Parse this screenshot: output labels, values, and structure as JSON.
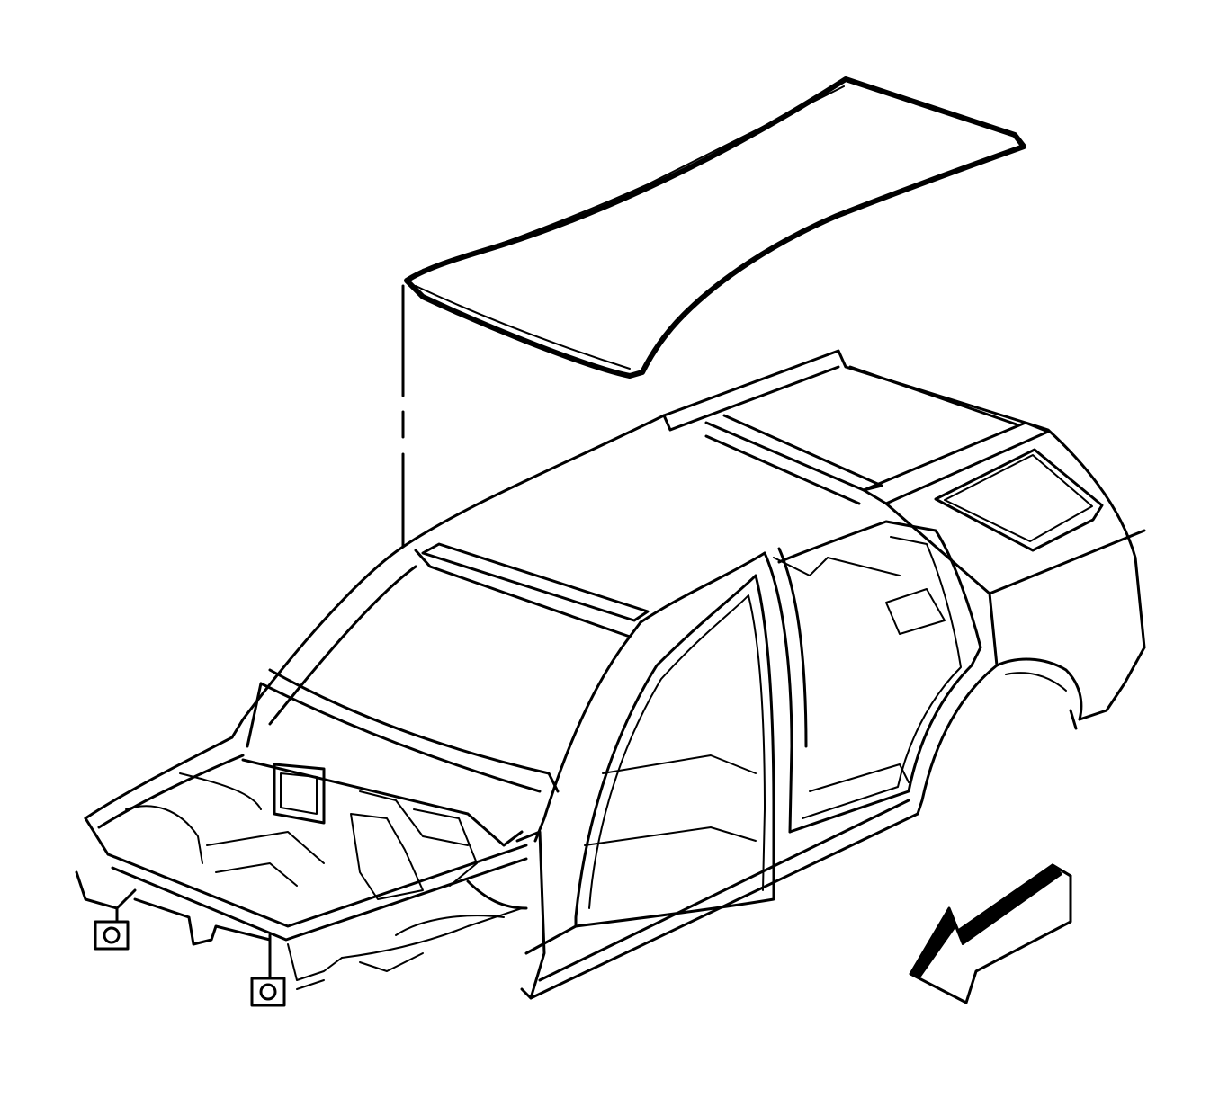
{
  "diagram": {
    "type": "exploded-view illustration",
    "parts": [
      {
        "id": "roof-panel-insulator",
        "icon": "roof-panel-icon"
      },
      {
        "id": "vehicle-body-shell",
        "icon": "body-shell-icon"
      },
      {
        "id": "front-direction-arrow",
        "icon": "arrow-icon"
      }
    ],
    "colors": {
      "line": "#000000",
      "background": "#ffffff",
      "panel_dot": "#000000"
    }
  }
}
